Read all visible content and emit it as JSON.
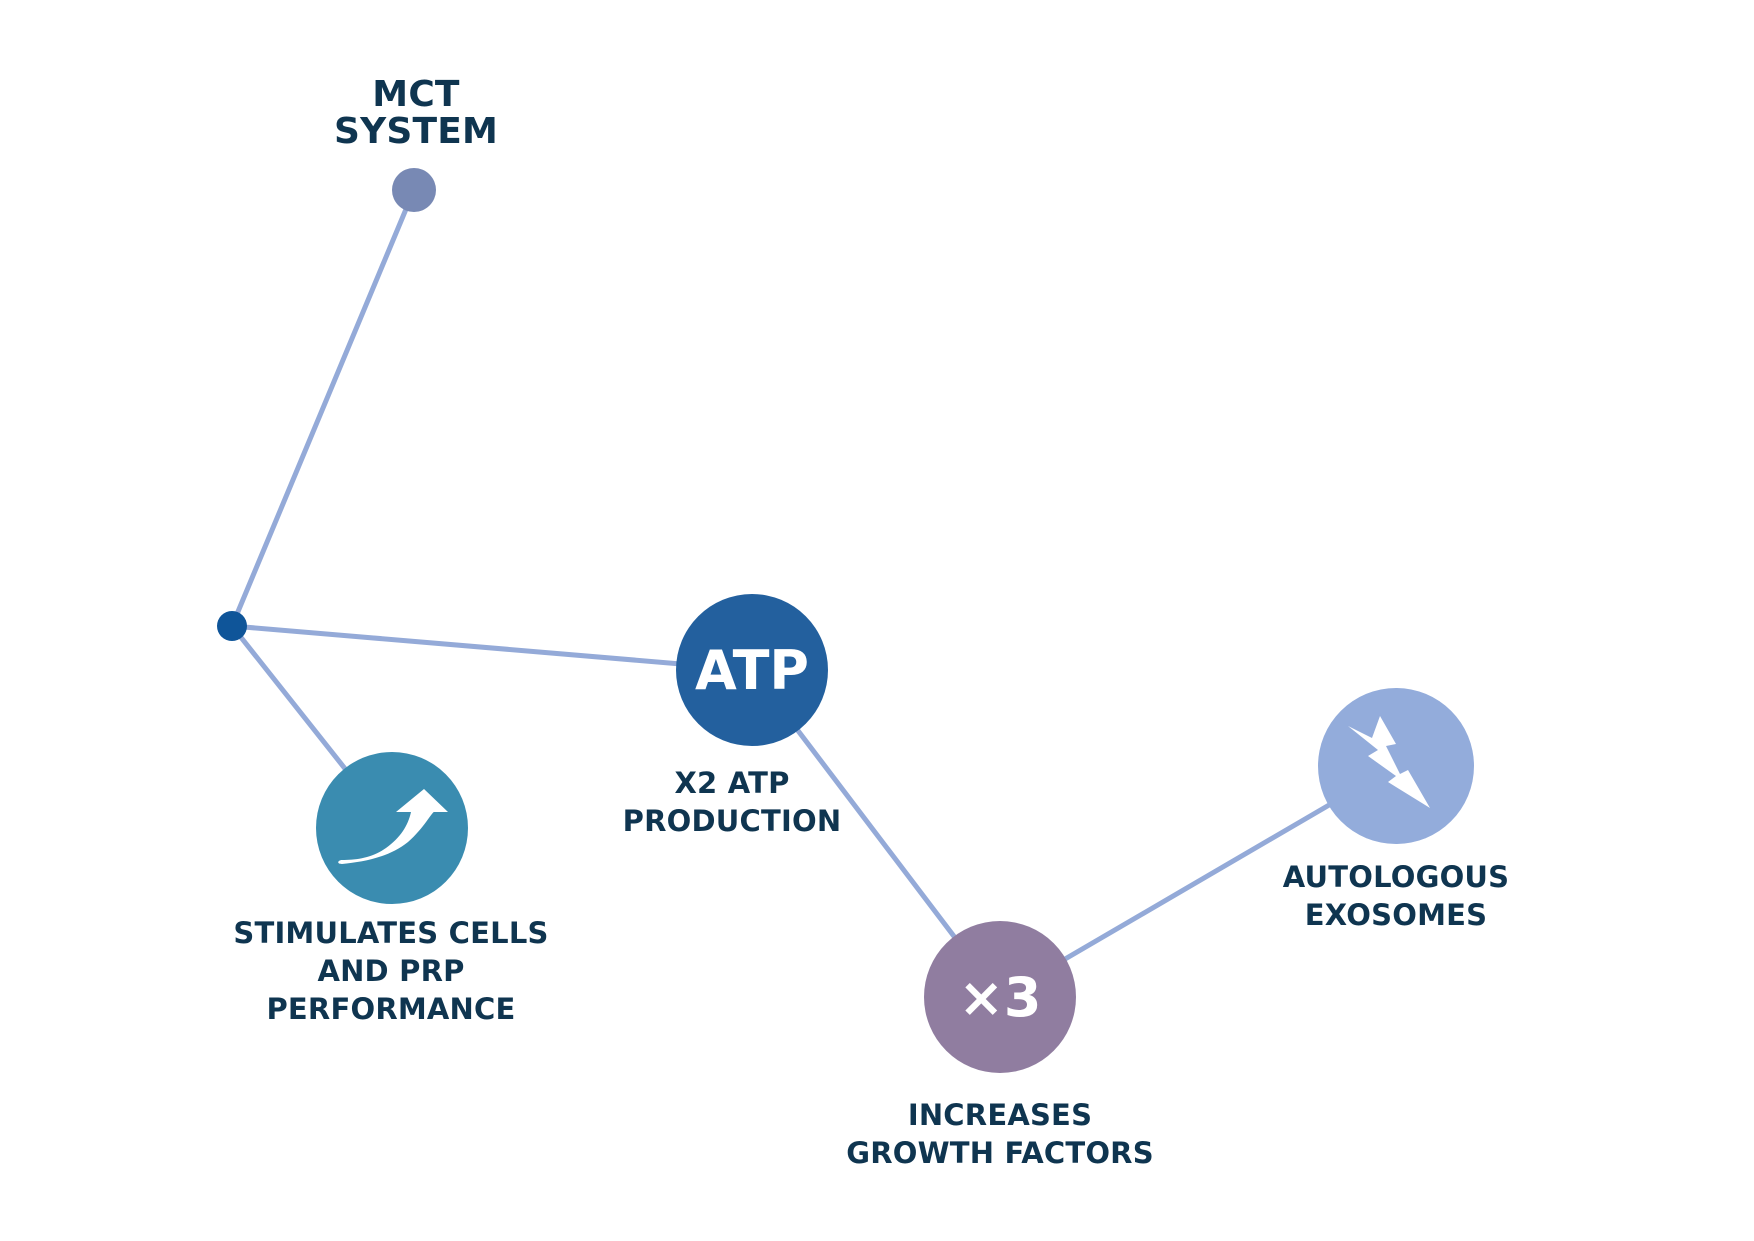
{
  "colors": {
    "line": "#94aad8",
    "text": "#0f3550",
    "mct_dot": "#7889b4",
    "junction_dot": "#0f5599",
    "stimulates_circle": "#3a8cb0",
    "atp_circle": "#23609e",
    "growth_circle": "#907da0",
    "exosomes_circle": "#93acdb",
    "icon_fill": "#ffffff"
  },
  "nodes": {
    "mct": {
      "title_line1": "MCT",
      "title_line2": "SYSTEM"
    },
    "stimulates": {
      "icon": "curved-arrow-up-icon",
      "caption_line1": "STIMULATES CELLS",
      "caption_line2": "AND PRP",
      "caption_line3": "PERFORMANCE"
    },
    "atp": {
      "icon_text": "ATP",
      "caption_line1": "X2 ATP",
      "caption_line2": "PRODUCTION"
    },
    "growth": {
      "icon_text": "×3",
      "caption_line1": "INCREASES",
      "caption_line2": "GROWTH FACTORS"
    },
    "exosomes": {
      "icon": "lightning-bolt-icon",
      "caption_line1": "AUTOLOGOUS",
      "caption_line2": "EXOSOMES"
    }
  }
}
